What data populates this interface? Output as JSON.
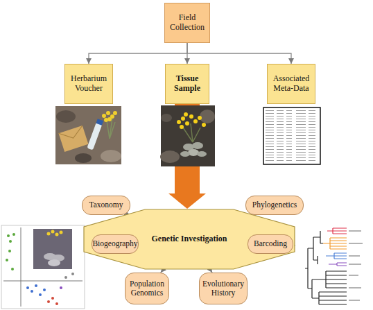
{
  "diagram": {
    "nodes": [
      {
        "text": [
          "Field Collection"
        ]
      },
      {
        "text": [
          "Herbarium Voucher"
        ]
      },
      {
        "text": [
          "Tissue Sample"
        ]
      },
      {
        "text": [
          "Associated Meta-Data"
        ]
      },
      {
        "text": [
          "Genetic Investigation"
        ]
      },
      {
        "text": [
          "Taxonomy"
        ]
      },
      {
        "text": [
          "Phylogenetics"
        ]
      },
      {
        "text": [
          "Biogeography"
        ]
      },
      {
        "text": [
          "Barcoding"
        ]
      },
      {
        "text": [
          "Population Genomics"
        ]
      },
      {
        "text": [
          "Evolutionary History"
        ]
      }
    ],
    "edges": [
      {
        "from": 0,
        "to": 1,
        "arrow": "to"
      },
      {
        "from": 0,
        "to": 2,
        "arrow": "to"
      },
      {
        "from": 0,
        "to": 3,
        "arrow": "to"
      },
      {
        "from": 2,
        "to": 4,
        "arrow": "to"
      },
      {
        "from": 4,
        "to": 5,
        "arrow": "to"
      },
      {
        "from": 4,
        "to": 6,
        "arrow": "to"
      },
      {
        "from": 4,
        "to": 7,
        "arrow": "to"
      },
      {
        "from": 4,
        "to": 8,
        "arrow": "to"
      },
      {
        "from": 4,
        "to": 9,
        "arrow": "to"
      },
      {
        "from": 4,
        "to": 10,
        "arrow": "to"
      }
    ]
  }
}
